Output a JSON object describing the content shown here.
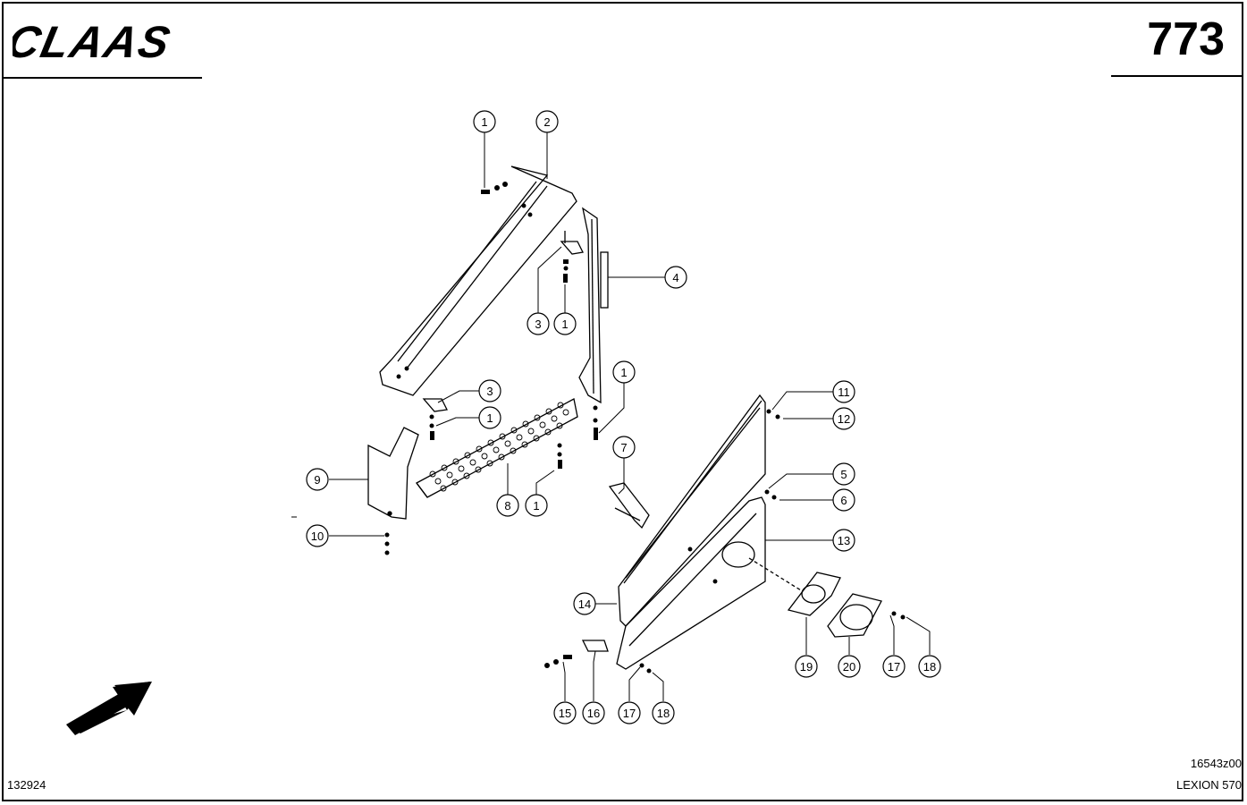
{
  "header": {
    "logo_text": "CLAAS",
    "page_number": "773"
  },
  "footer": {
    "document_id": "132924",
    "drawing_code": "16543z00",
    "model": "LEXION 570"
  },
  "callouts": [
    {
      "label": "1"
    },
    {
      "label": "2"
    },
    {
      "label": "4"
    },
    {
      "label": "3"
    },
    {
      "label": "1"
    },
    {
      "label": "1"
    },
    {
      "label": "3"
    },
    {
      "label": "1"
    },
    {
      "label": "11"
    },
    {
      "label": "12"
    },
    {
      "label": "7"
    },
    {
      "label": "9"
    },
    {
      "label": "8"
    },
    {
      "label": "1"
    },
    {
      "label": "5"
    },
    {
      "label": "6"
    },
    {
      "label": "13"
    },
    {
      "label": "10"
    },
    {
      "label": "14"
    },
    {
      "label": "19"
    },
    {
      "label": "20"
    },
    {
      "label": "17"
    },
    {
      "label": "18"
    },
    {
      "label": "15"
    },
    {
      "label": "16"
    },
    {
      "label": "17"
    },
    {
      "label": "18"
    }
  ],
  "icons": {
    "direction_arrow": "forward-direction-arrow-icon"
  }
}
